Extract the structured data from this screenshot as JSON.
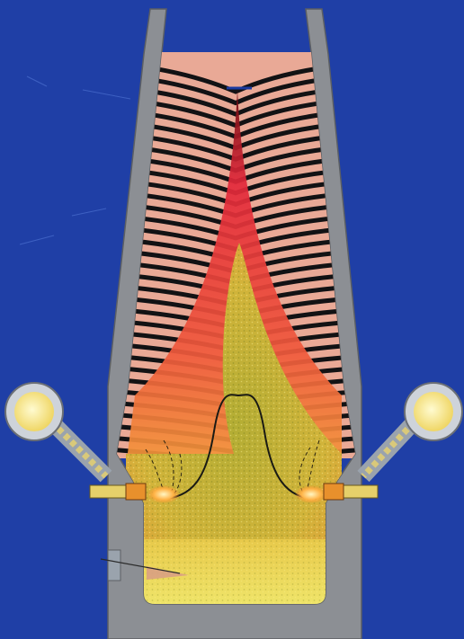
{
  "figure": {
    "subject": "blast-furnace-cross-section",
    "text_labels": []
  },
  "colors": {
    "background": "#1f3fa6",
    "refractory_wall": "#8c8f94",
    "wall_edge": "#5c5f63",
    "ore_layer": "#e9a996",
    "coke_layer": "#121214",
    "hot_gas_core": "#e3283a",
    "coke_bed": "#c9b42a",
    "hearth_liquid": "#e2db4b",
    "tuyere_ring": "#f1d46a",
    "bustle_pipe_fill": "#f4e06c",
    "raceway_flame": "#ffb347"
  },
  "components": [
    "furnace-shell",
    "burden-layers",
    "cohesive-zone",
    "dead-man-coke-bed",
    "hearth",
    "left-tuyere",
    "right-tuyere",
    "left-bustle-pipe",
    "right-bustle-pipe",
    "taphole"
  ],
  "burden_layer_count": 34
}
